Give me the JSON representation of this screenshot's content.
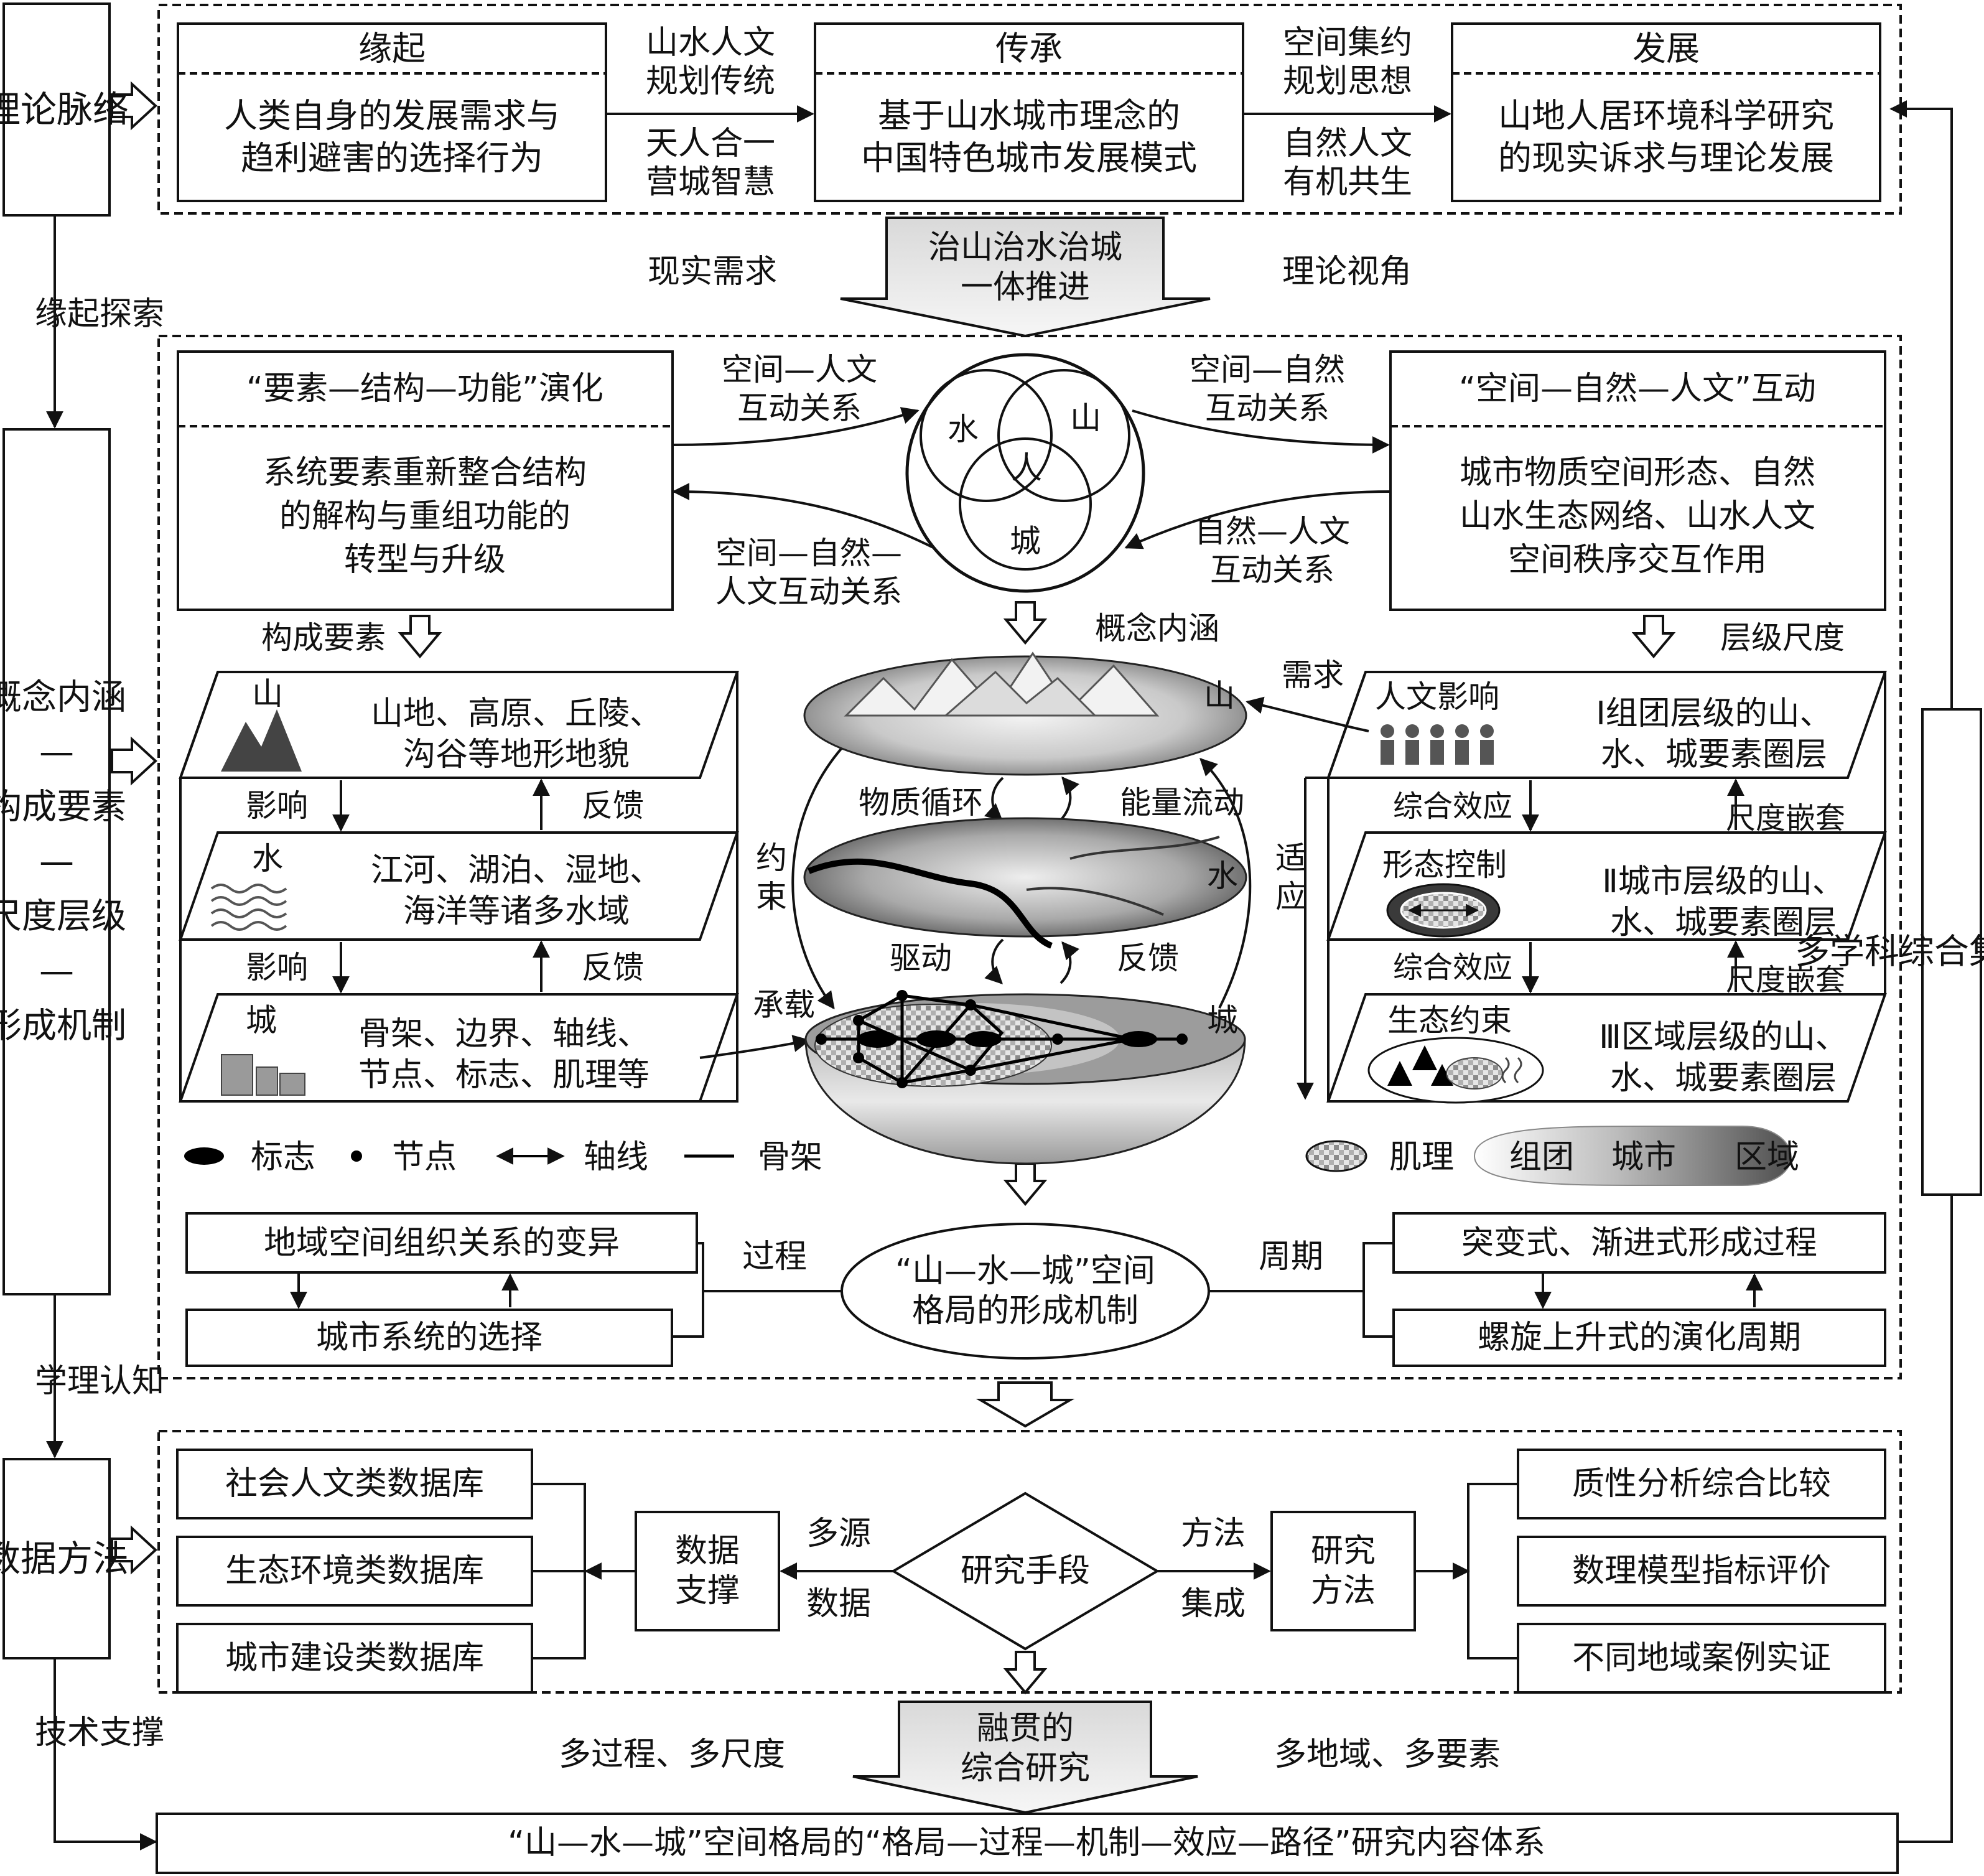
{
  "left_col": {
    "theory": "理论脉络",
    "origin_explore": "缘起探索",
    "concept_chain": "概念内涵|—|构成要素|—|尺度层级|—|形成机制",
    "cognition": "学理认知",
    "data_method": "数据方法",
    "tech_support": "技术支撑"
  },
  "right_col": {
    "multi": "多学科综合集成研究"
  },
  "top": {
    "box1_title": "缘起",
    "box1_body": "人类自身的发展需求与|趋利避害的选择行为",
    "link1_top": "山水人文|规划传统",
    "link1_bottom": "天人合一|营城智慧",
    "box2_title": "传承",
    "box2_body": "基于山水城市理念的|中国特色城市发展模式",
    "link2_top": "空间集约|规划思想",
    "link2_bottom": "自然人文|有机共生",
    "box3_title": "发展",
    "box3_body": "山地人居环境科学研究|的现实诉求与理论发展"
  },
  "arrow1": {
    "label": "治山治水治城|一体推进",
    "left": "现实需求",
    "right": "理论视角"
  },
  "middle": {
    "left_title": "“要素—结构—功能”演化",
    "left_body": "系统要素重新整合结构|的解构与重组功能的|转型与升级",
    "right_title": "“空间—自然—人文”互动",
    "right_body": "城市物质空间形态、自然|山水生态网络、山水人文|空间秩序交互作用",
    "rel_tl": "空间—人文|互动关系",
    "rel_bl": "空间—自然—|人文互动关系",
    "rel_tr": "空间—自然|互动关系",
    "rel_br": "自然—人文|互动关系",
    "venn_water": "水",
    "venn_mountain": "山",
    "venn_human": "人",
    "venn_city": "城",
    "concept": "概念内涵",
    "components": "构成要素",
    "hierarchy": "层级尺度"
  },
  "elements": {
    "mountain_label": "山",
    "mountain_text": "山地、高原、丘陵、|沟谷等地形地貌",
    "water_label": "水",
    "water_text": "江河、湖泊、湿地、|海洋等诸多水域",
    "city_label": "城",
    "city_text": "骨架、边界、轴线、|节点、标志、肌理等",
    "influence": "影响",
    "feedback": "反馈",
    "carry": "承载"
  },
  "center": {
    "material": "物质循环",
    "energy": "能量流动",
    "drive": "驱动",
    "feedback": "反馈",
    "constraint": "约|束",
    "adapt": "适|应",
    "shan": "山",
    "shui": "水",
    "cheng": "城",
    "demand": "需求"
  },
  "scales": {
    "l1_tag": "人文影响",
    "l1_text": "Ⅰ组团层级的山、|水、城要素圈层",
    "l2_tag": "形态控制",
    "l2_text": "Ⅱ城市层级的山、|水、城要素圈层",
    "l3_tag": "生态约束",
    "l3_text": "Ⅲ区域层级的山、|水、城要素圈层",
    "effect": "综合效应",
    "nest": "尺度嵌套"
  },
  "legend": {
    "landmark": "标志",
    "node": "节点",
    "axis": "轴线",
    "skeleton": "骨架",
    "texture": "肌理",
    "cluster": "组团",
    "city": "城市",
    "region": "区域"
  },
  "mechanism": {
    "l1": "地域空间组织关系的变异",
    "l2": "城市系统的选择",
    "process": "过程",
    "center": "“山—水—城”空间|格局的形成机制",
    "cycle": "周期",
    "r1": "突变式、渐进式形成过程",
    "r2": "螺旋上升式的演化周期"
  },
  "data": {
    "db1": "社会人文类数据库",
    "db2": "生态环境类数据库",
    "db3": "城市建设类数据库",
    "support": "数据|支撑",
    "multi_top": "多源",
    "multi_bottom": "数据",
    "means": "研究手段",
    "integ_top": "方法",
    "integ_bottom": "集成",
    "method": "研究|方法",
    "m1": "质性分析综合比较",
    "m2": "数理模型指标评价",
    "m3": "不同地域案例实证"
  },
  "arrow2": {
    "label": "融贯的|综合研究",
    "left": "多过程、多尺度",
    "right": "多地域、多要素"
  },
  "bottom": {
    "final": "“山—水—城”空间格局的“格局—过程—机制—效应—路径”研究内容体系"
  }
}
